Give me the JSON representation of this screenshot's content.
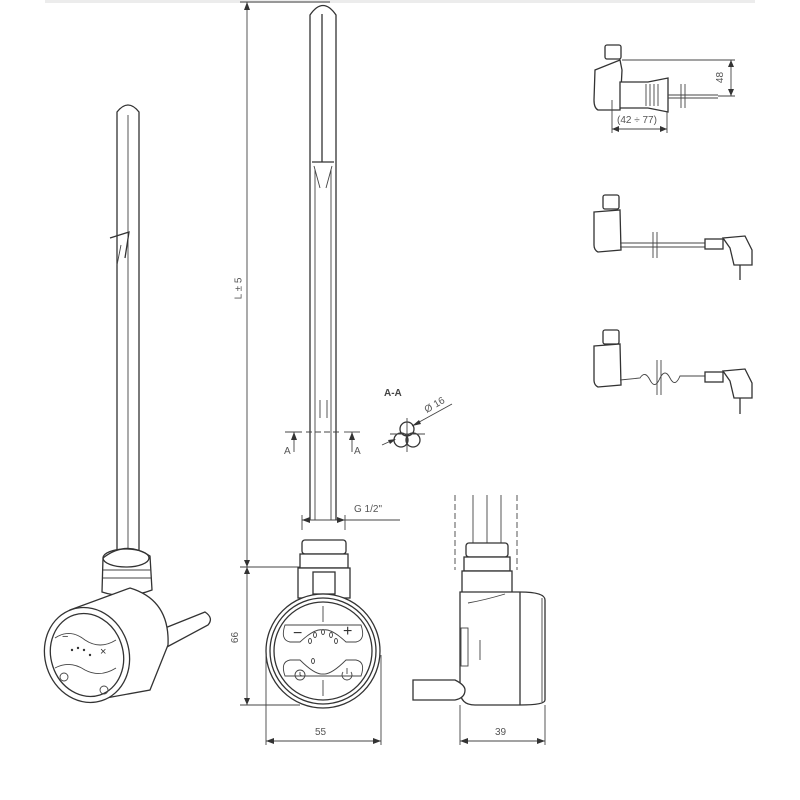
{
  "drawing": {
    "title": "Electric heating element technical drawing",
    "stroke_color": "#333333",
    "background": "#ffffff",
    "labels": {
      "length": "L ± 5",
      "height": "66",
      "width_front": "55",
      "width_side": "39",
      "thread": "G 1/2\"",
      "section_mark_left": "A",
      "section_mark_right": "A",
      "section_title": "A-A",
      "diameter": "Ø 16",
      "top_view_height": "48",
      "top_view_range": "(42 ÷ 77)"
    },
    "controls": {
      "minus": "−",
      "plus": "+",
      "clock_icon": "clock-icon",
      "power_icon": "power-icon"
    },
    "variants": [
      {
        "name": "hardwired-cable"
      },
      {
        "name": "straight-cable-plug"
      },
      {
        "name": "spiral-cable-plug"
      }
    ]
  }
}
